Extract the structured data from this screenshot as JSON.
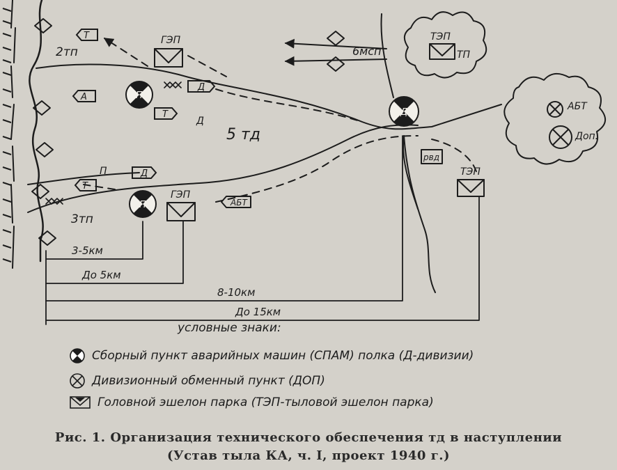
{
  "labels": {
    "div_5td": "5 тд",
    "reg_2tp": "2тп",
    "reg_3tp": "3тп",
    "bn_6msp": "6мсп",
    "gep_top": "ГЭП",
    "gep_bottom": "ГЭП",
    "tep_right": "ТЭП",
    "tep_cloud": "ТЭП",
    "tp_cloud": "ТП",
    "abt_cloud": "АБТ",
    "dop_cloud": "Доп.",
    "abt_road": "АБТ",
    "rvd": "рвд",
    "t_top": "Т",
    "a_left": "А",
    "d_top": "Д",
    "t_mid": "Т",
    "d_mid": "Д",
    "t_bottom": "Т",
    "p_bottom": "П",
    "d_bottom": "Д"
  },
  "distances": {
    "d1": "3-5км",
    "d2": "До 5км",
    "d3": "8-10км",
    "d4": "До 15км"
  },
  "legend": {
    "title": "условные знаки:",
    "items": [
      "Сборный пункт аварийных машин (СПАМ) полка (Д-дивизии)",
      "Дивизионный обменный пункт (ДОП)",
      "Головной эшелон парка (ТЭП-тыловой эшелон парка)"
    ]
  },
  "caption": {
    "line1": "Рис. 1. Организация технического обеспечения тд в наступлении",
    "line2": "(Устав тыла КА, ч. I, проект 1940 г.)"
  },
  "symbol_letters": {
    "spam_regiment": "П",
    "spam_division": "Д"
  }
}
